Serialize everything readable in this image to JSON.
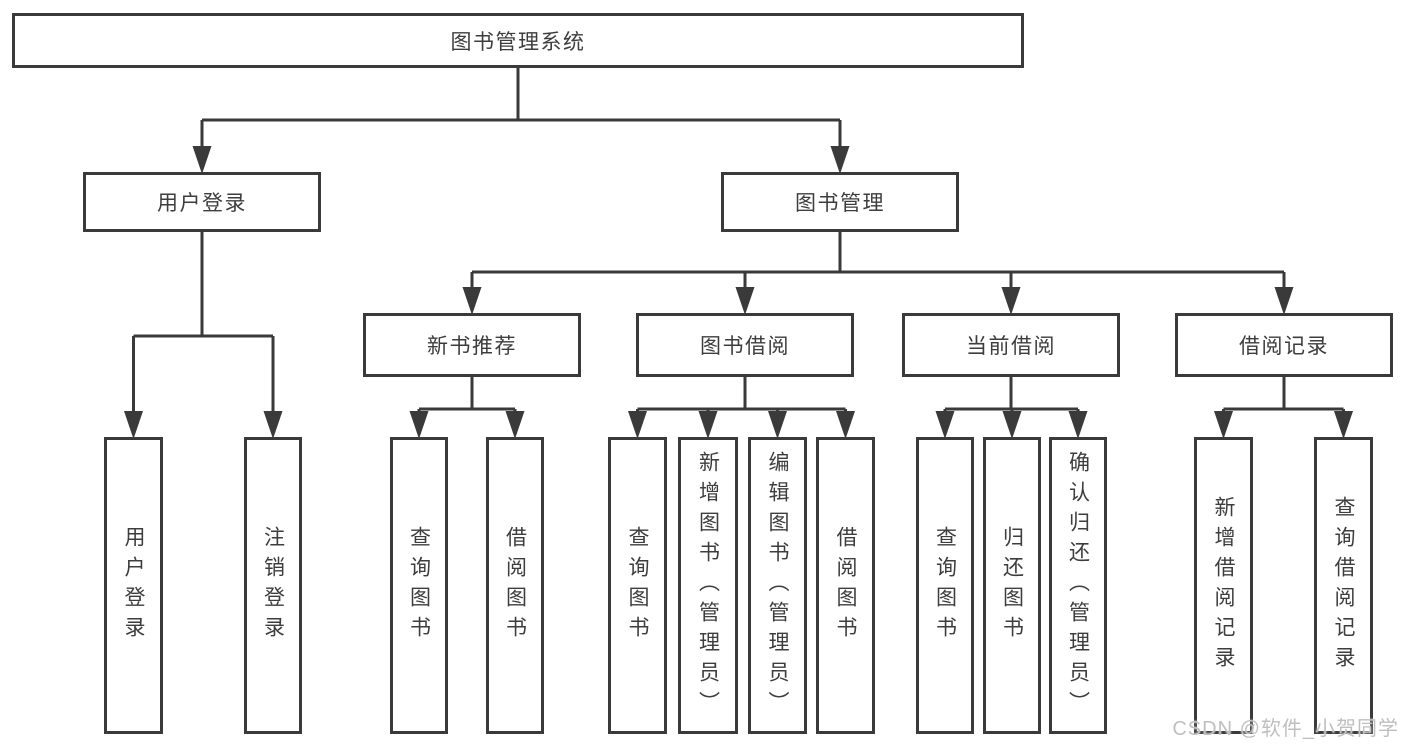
{
  "tree": {
    "label": "图书管理系统",
    "children": [
      {
        "label": "用户登录",
        "children": [
          {
            "label": "用户登录"
          },
          {
            "label": "注销登录"
          }
        ]
      },
      {
        "label": "图书管理",
        "children": [
          {
            "label": "新书推荐",
            "children": [
              {
                "label": "查询图书"
              },
              {
                "label": "借阅图书"
              }
            ]
          },
          {
            "label": "图书借阅",
            "children": [
              {
                "label": "查询图书"
              },
              {
                "label": "新增图书（管理员）"
              },
              {
                "label": "编辑图书（管理员）"
              },
              {
                "label": "借阅图书"
              }
            ]
          },
          {
            "label": "当前借阅",
            "children": [
              {
                "label": "查询图书"
              },
              {
                "label": "归还图书"
              },
              {
                "label": "确认归还（管理员）"
              }
            ]
          },
          {
            "label": "借阅记录",
            "children": [
              {
                "label": "新增借阅记录"
              },
              {
                "label": "查询借阅记录"
              }
            ]
          }
        ]
      }
    ]
  },
  "watermark": "CSDN @软件_小贺同学",
  "colors": {
    "line": "#3a3a3a",
    "text": "#3d3d3d",
    "background": "#ffffff",
    "watermark": "#bfbfbf"
  }
}
